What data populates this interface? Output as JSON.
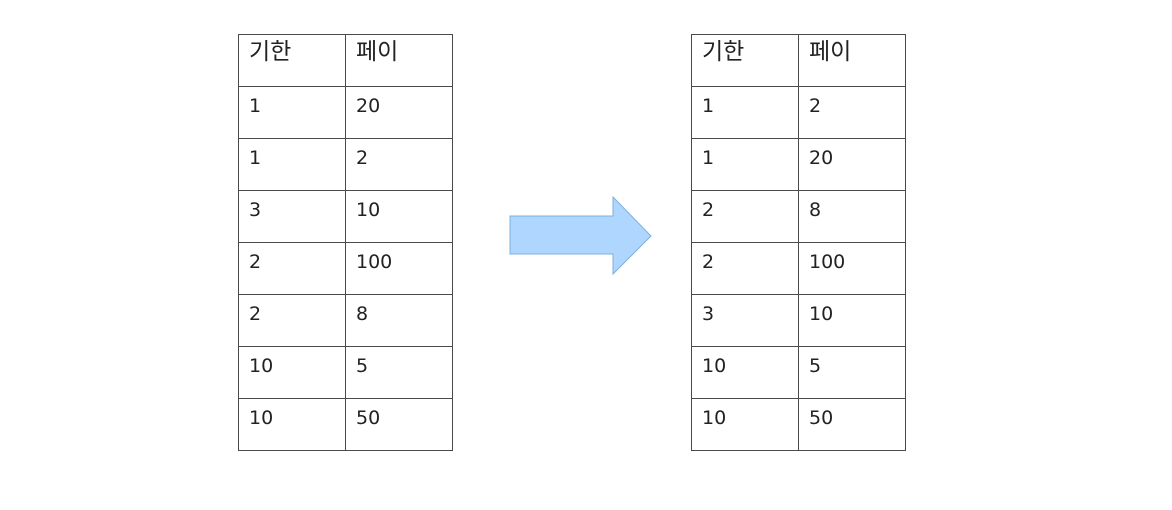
{
  "before_table": {
    "headers": [
      "기한",
      "페이"
    ],
    "rows": [
      [
        "1",
        "20"
      ],
      [
        "1",
        "2"
      ],
      [
        "3",
        "10"
      ],
      [
        "2",
        "100"
      ],
      [
        "2",
        "8"
      ],
      [
        "10",
        "5"
      ],
      [
        "10",
        "50"
      ]
    ]
  },
  "after_table": {
    "headers": [
      "기한",
      "페이"
    ],
    "rows": [
      [
        "1",
        "2"
      ],
      [
        "1",
        "20"
      ],
      [
        "2",
        "8"
      ],
      [
        "2",
        "100"
      ],
      [
        "3",
        "10"
      ],
      [
        "10",
        "5"
      ],
      [
        "10",
        "50"
      ]
    ]
  },
  "arrow": {
    "icon": "right-arrow-icon",
    "fill_color": "#aed6ff",
    "stroke_color": "#7fb0de"
  },
  "colors": {
    "background": "#ffffff",
    "border": "#4a4a4a",
    "text": "#222222"
  }
}
